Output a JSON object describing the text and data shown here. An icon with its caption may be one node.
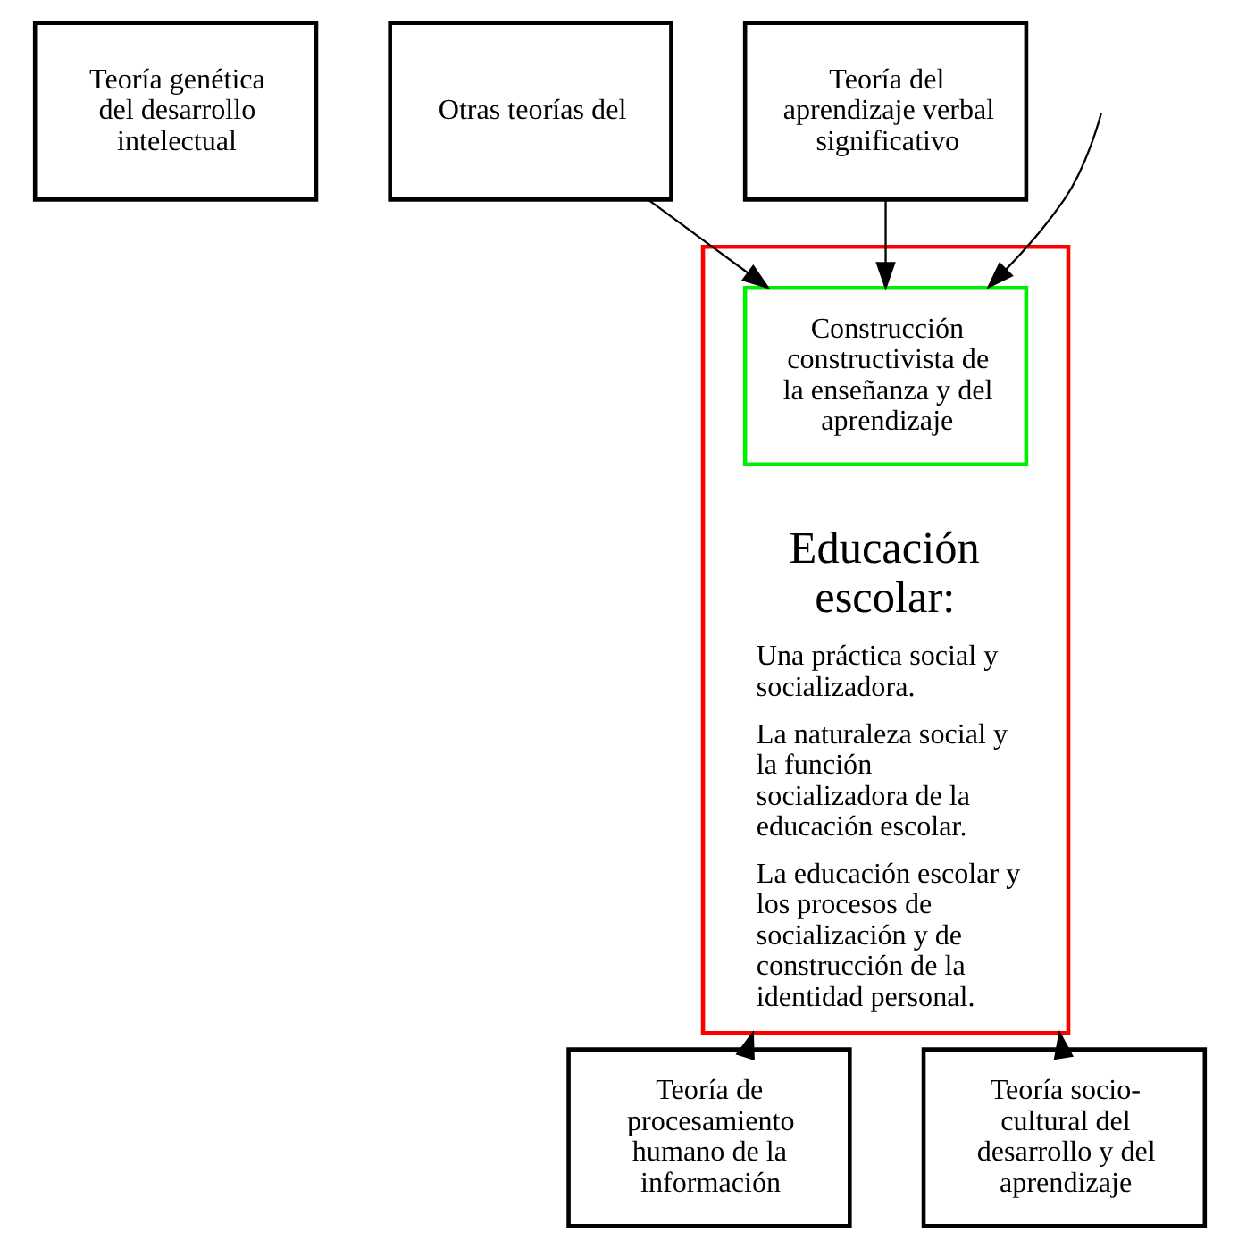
{
  "diagram": {
    "nodes": [
      {
        "text": [
          "Teoría genética del desarrollo intelectual"
        ]
      },
      {
        "text": [
          "Otras teorías del"
        ]
      },
      {
        "text": [
          "Educación escolar:",
          "Una práctica social y socializadora.",
          "La naturaleza social y la función socializadora de la educación escolar.",
          "La educación escolar y los procesos de socialización y de construcción de la identidad personal."
        ]
      },
      {
        "text": [
          "Construcción constructivista de la enseñanza y del aprendizaje"
        ],
        "in": 2
      },
      {
        "text": [
          "Teoría del aprendizaje verbal significativo"
        ]
      },
      {
        "text": [
          "Teoría de procesamiento humano de la información"
        ]
      },
      {
        "text": [
          "Teoría socio-cultural del desarrollo y del aprendizaje"
        ]
      }
    ],
    "edges": [
      {
        "from": null,
        "to": 3,
        "arrow": "to"
      },
      {
        "from": 1,
        "to": 3,
        "arrow": "to"
      },
      {
        "from": 4,
        "to": 3,
        "arrow": "to"
      },
      {
        "from": 5,
        "to": 2,
        "arrow": "to"
      },
      {
        "from": 6,
        "to": 2,
        "arrow": "to"
      }
    ]
  }
}
